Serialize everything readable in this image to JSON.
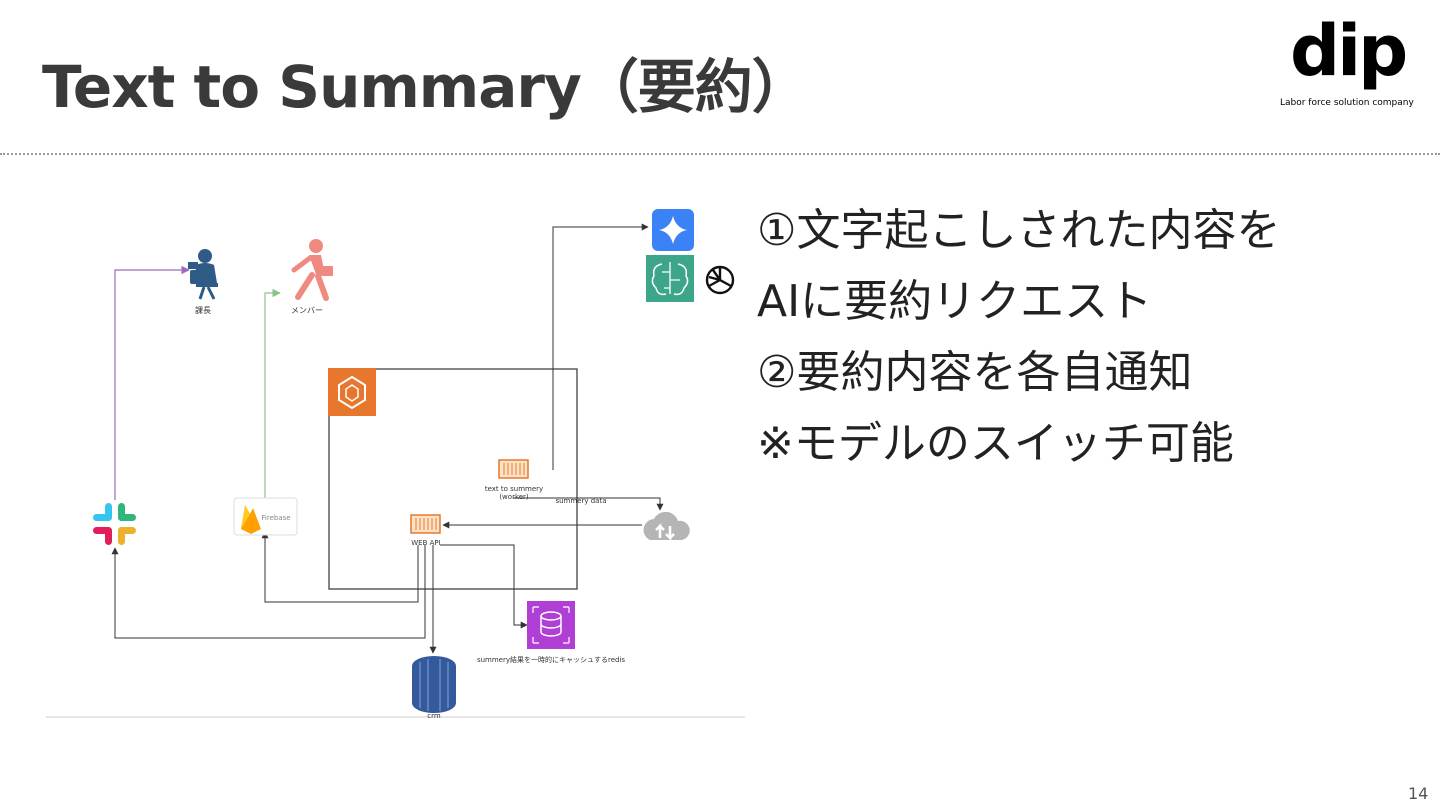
{
  "slide": {
    "title": "Text to Summary（要約）",
    "page_number": "14"
  },
  "logo": {
    "wordmark": "dip",
    "tagline": "Labor force solution company"
  },
  "diagram": {
    "labels": {
      "manager": "課長",
      "member": "メンバー",
      "firebase": "Firebase",
      "worker": "text to summery",
      "worker_sub": "(worker)",
      "summary_data": "summery data",
      "web_api": "WEB API",
      "redis": "summery結果を一時的にキャッシュするredis",
      "crm": "crm"
    },
    "colors": {
      "ecs_orange": "#e8772e",
      "redis_purple": "#b03fd6",
      "gemini_blue": "#3b82f6",
      "ai_green": "#3da58a",
      "slack_purple": "#9b6bbd",
      "firebase_green": "#8bc38b",
      "person_navy": "#2f5c86",
      "person_salmon": "#f08a80",
      "crm_blue": "#355a9c"
    },
    "icons": [
      "person-at-desk-icon",
      "walking-person-icon",
      "ecs-icon",
      "container-icon",
      "cloud-sync-icon",
      "slack-icon",
      "firebase-icon",
      "redis-icon",
      "database-icon",
      "gemini-icon",
      "ai-brain-icon",
      "openai-icon"
    ]
  },
  "bullets": [
    "①文字起こしされた内容を",
    "AIに要約リクエスト",
    "②要約内容を各自通知",
    "※モデルのスイッチ可能"
  ]
}
